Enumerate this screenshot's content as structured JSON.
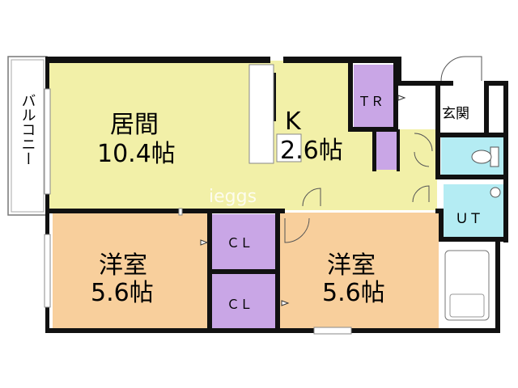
{
  "floorplan": {
    "rooms": {
      "living": {
        "name": "居間",
        "size": "10.4帖"
      },
      "kitchen": {
        "name": "K",
        "size": "2.6帖"
      },
      "western1": {
        "name": "洋室",
        "size": "5.6帖"
      },
      "western2": {
        "name": "洋室",
        "size": "5.6帖"
      },
      "closet1": "ＣＬ",
      "closet2": "ＣＬ",
      "storage": "ＴＲ",
      "entrance": "玄関",
      "utility": "ＵＴ",
      "balcony": "バルコニー"
    },
    "watermark": "ieggs",
    "colors": {
      "living": "#f2f0a8",
      "bedroom": "#f8cf9c",
      "closet": "#c9a6e6",
      "wet_area": "#b4ecf3",
      "wall": "#111111"
    }
  }
}
